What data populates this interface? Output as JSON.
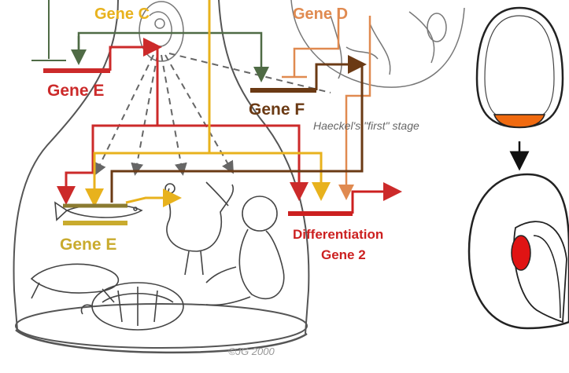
{
  "labels": {
    "gene_c": "Gene C",
    "gene_d": "Gene D",
    "gene_e_top": "Gene E",
    "gene_f": "Gene F",
    "gene_e_bottom": "Gene E",
    "differentiation_line1": "Differentiation",
    "differentiation_line2": "Gene 2",
    "haeckel_caption": "Haeckel's \"first\" stage",
    "signature": "©JG 2000"
  },
  "colors": {
    "gene_c": "#e8b21d",
    "gene_d": "#e08a50",
    "gene_e_top": "#cc2a2a",
    "gene_f": "#6b3a14",
    "gene_e_bottom": "#c9ab2e",
    "differentiation": "#cc2020",
    "dark_green_line": "#4f6b45",
    "sketch": "#555555",
    "orange_cap": "#f06a10",
    "red_spot": "#e01414",
    "arrow_black": "#111111"
  },
  "icons": {
    "bell_jar": "bell-jar-illustration",
    "embryos": "embryo-sketch-illustration",
    "animals": "animals-sketch-illustration",
    "egg_top": "blastula-egg-icon",
    "egg_bottom": "embryo-egg-icon",
    "down_arrow": "down-arrow-icon"
  }
}
